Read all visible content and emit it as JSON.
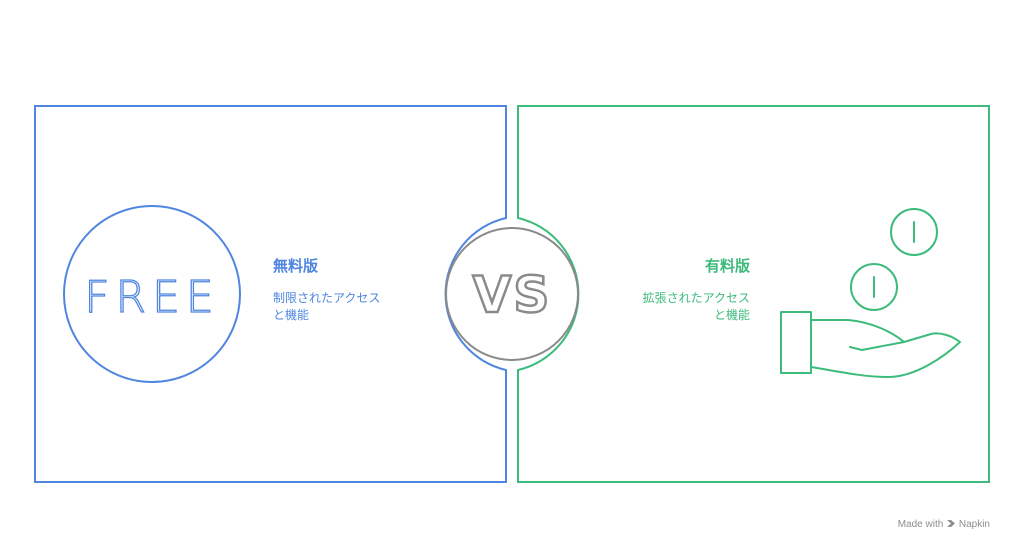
{
  "free": {
    "badge": "FREE",
    "title": "無料版",
    "description": [
      "制限されたアクセス",
      "と機能"
    ],
    "color": "#4f86e0"
  },
  "paid": {
    "title": "有料版",
    "description": [
      "拡張されたアクセス",
      "と機能"
    ],
    "color": "#3dbb7c",
    "icon": "hand-coins-icon"
  },
  "center": {
    "label": "VS",
    "color": "#8a8a8a"
  },
  "watermark": {
    "prefix": "Made with",
    "brand": "Napkin"
  }
}
